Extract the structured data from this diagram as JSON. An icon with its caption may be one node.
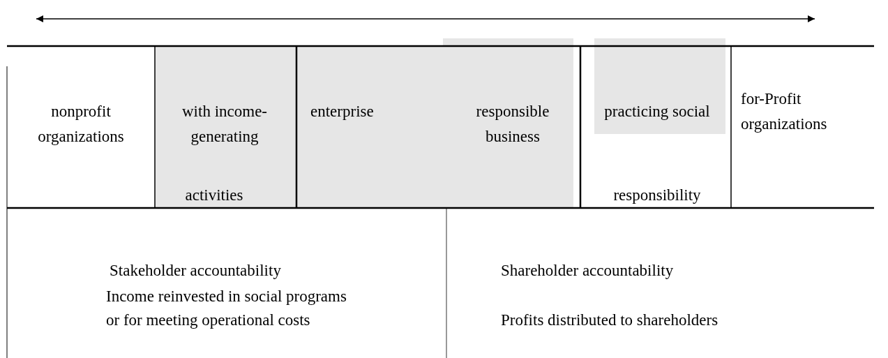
{
  "diagram": {
    "nodes": [
      {
        "text": [
          "nonprofit organizations"
        ]
      },
      {
        "text": [
          "with income-generating",
          "activities"
        ]
      },
      {
        "text": [
          "enterprise",
          "responsible business"
        ]
      },
      {
        "text": [
          "practicing social",
          "responsibility"
        ]
      },
      {
        "text": [
          "for-Profit organizations"
        ]
      }
    ],
    "labels": [
      "Stakeholder accountability",
      "Income reinvested in social programs or for meeting operational costs",
      "Shareholder accountability",
      "Profits distributed to shareholders"
    ]
  }
}
